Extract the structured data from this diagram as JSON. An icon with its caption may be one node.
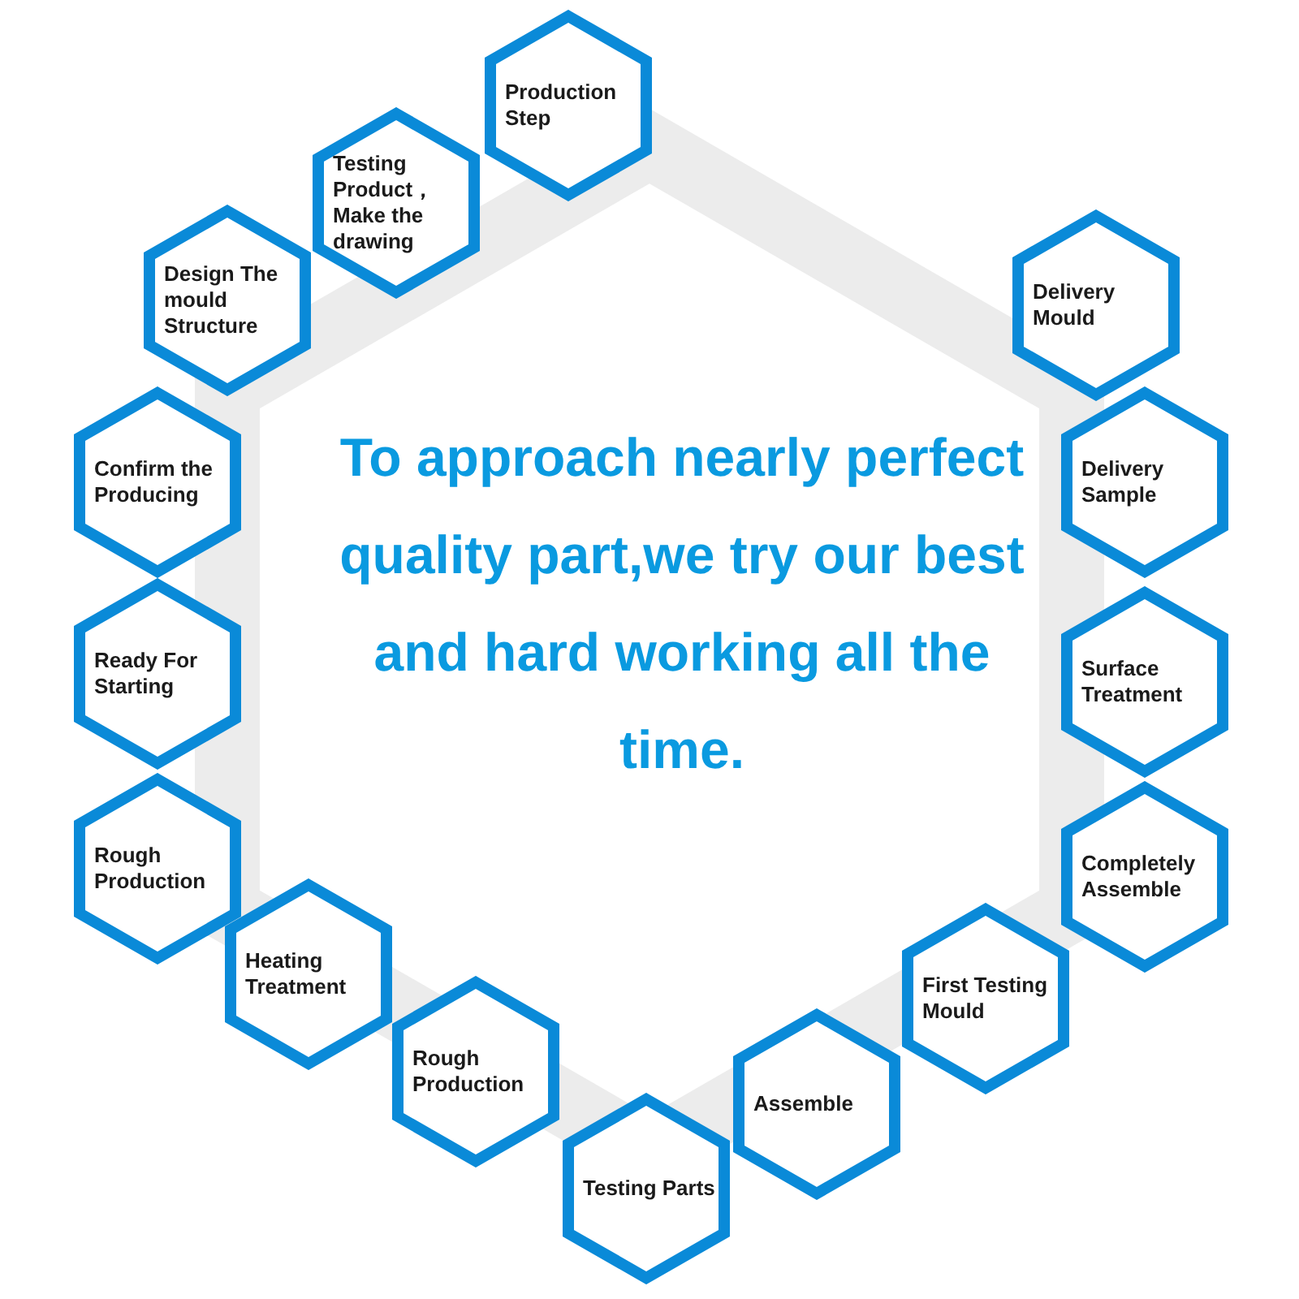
{
  "diagram": {
    "nodes": [
      {
        "text": [
          "Production Step"
        ]
      },
      {
        "text": [
          "Testing Product， Make the drawing"
        ]
      },
      {
        "text": [
          "Design The mould Structure"
        ]
      },
      {
        "text": [
          "Confirm the Producing"
        ]
      },
      {
        "text": [
          "Ready For Starting"
        ]
      },
      {
        "text": [
          "Rough Production"
        ]
      },
      {
        "text": [
          "Heating Treatment"
        ]
      },
      {
        "text": [
          "Rough Production"
        ]
      },
      {
        "text": [
          "Testing Parts"
        ]
      },
      {
        "text": [
          "Assemble"
        ]
      },
      {
        "text": [
          "First Testing Mould"
        ]
      },
      {
        "text": [
          "Completely Assemble"
        ]
      },
      {
        "text": [
          "Surface Treatment"
        ]
      },
      {
        "text": [
          "Delivery Sample"
        ]
      },
      {
        "text": [
          "Delivery Mould"
        ]
      }
    ],
    "labels": [
      "To approach nearly perfect quality part,we try our best and hard working all the time."
    ]
  }
}
